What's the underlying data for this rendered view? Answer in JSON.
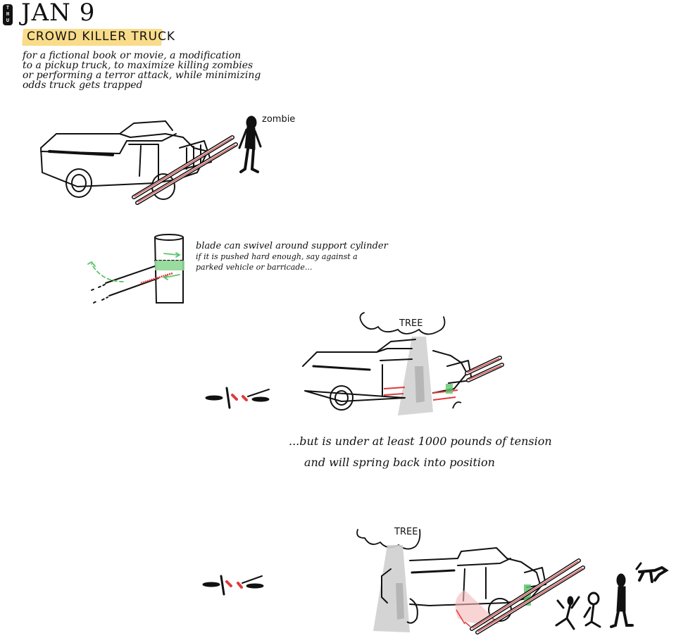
{
  "header": {
    "day_letters": [
      "T",
      "H",
      "U"
    ],
    "date": "JAN 9",
    "title": "CROWD KILLER TRUCK",
    "highlight_color": "#f9dc8a"
  },
  "description": {
    "lines": [
      "for a fictional book or movie, a modification",
      "to a pickup truck, to maximize killing zombies",
      "or performing a terror attack, while minimizing",
      "odds truck gets trapped"
    ]
  },
  "sketch1": {
    "label": "zombie"
  },
  "sketch2": {
    "note_lines": [
      "blade can swivel around support cylinder",
      "if it is pushed hard enough, say against a",
      "parked vehicle or barricade..."
    ]
  },
  "sketch3": {
    "tree_label": "TREE"
  },
  "note3": {
    "lines": [
      "...but is under at least 1000 pounds of tension",
      "and will spring back into position"
    ]
  },
  "sketch4": {
    "tree_label": "TREE"
  },
  "colors": {
    "ink": "#111111",
    "blade_red": "#e03a3a",
    "swivel_green": "#5cc46a",
    "tree_gray": "#cfcfcf"
  }
}
